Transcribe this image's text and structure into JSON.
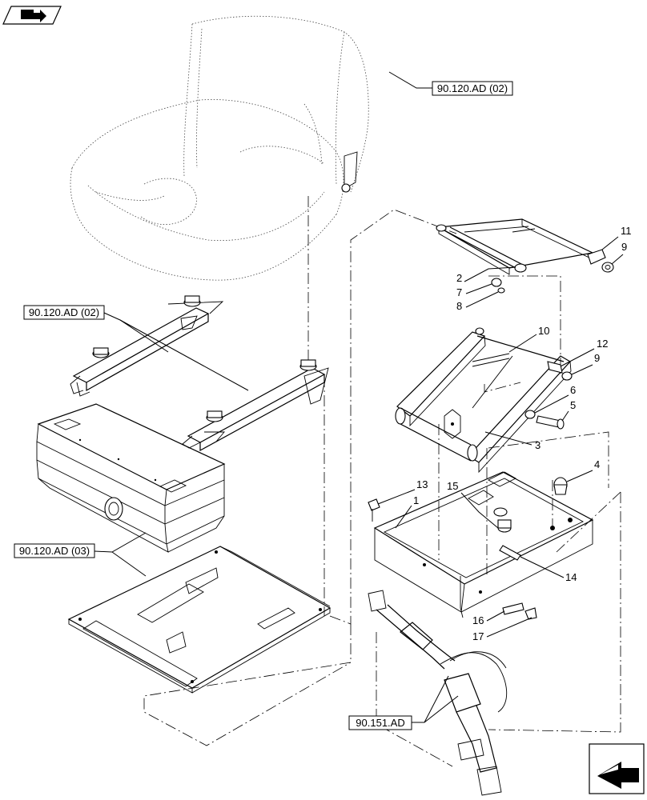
{
  "references": {
    "seat_top": "90.120.AD (02)",
    "rails_left": "90.120.AD (02)",
    "suspension_left": "90.120.AD (03)",
    "belt": "90.151.AD"
  },
  "callouts": {
    "n1": "1",
    "n2": "2",
    "n3": "3",
    "n4": "4",
    "n5": "5",
    "n6": "6",
    "n7": "7",
    "n8": "8",
    "n9a": "9",
    "n9b": "9",
    "n10": "10",
    "n11": "11",
    "n12": "12",
    "n13": "13",
    "n14": "14",
    "n15": "15",
    "n16": "16",
    "n17": "17"
  },
  "icons": {
    "top_left": "book-arrow-icon",
    "bottom_right": "next-page-arrow-icon"
  }
}
